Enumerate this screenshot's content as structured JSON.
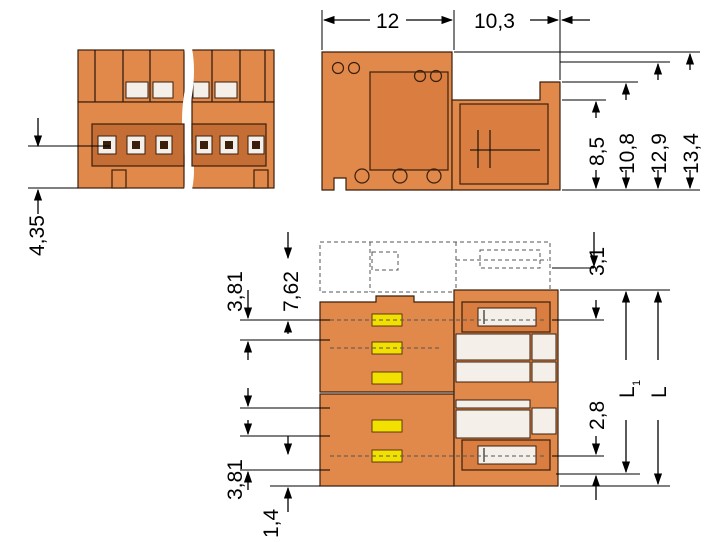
{
  "colors": {
    "body": "#e0894a",
    "body_dark": "#c46d34",
    "light": "#f4efe8",
    "pin": "#f2e000"
  },
  "dimensions": {
    "top_width": "12",
    "top_depth": "10,3",
    "h1": "8,5",
    "h2": "10,8",
    "h3": "12,9",
    "h4": "13,4",
    "front_offset": "4,35",
    "pitch_top": "3,81",
    "pitch_side": "7,62",
    "latch_offset": "3,1",
    "pitch_bottom": "3,81",
    "edge_offset": "1,4",
    "spacing": "2,8",
    "L1": "L",
    "L1_sub": "1",
    "L": "L"
  }
}
